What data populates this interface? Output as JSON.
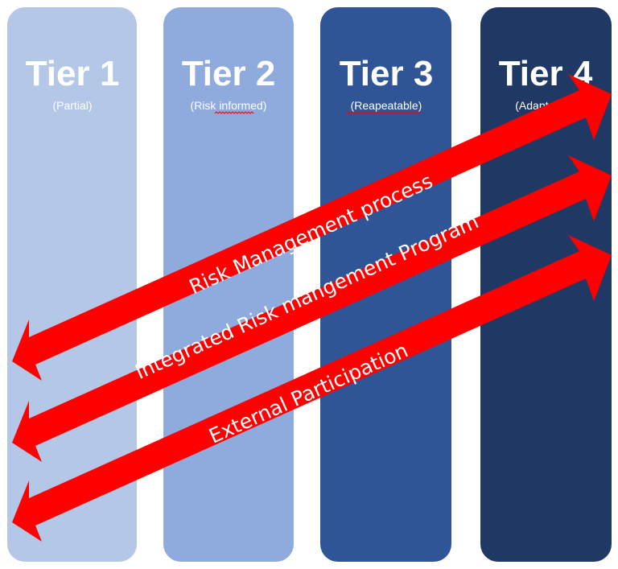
{
  "tiers": [
    {
      "title": "Tier 1",
      "subtitle": "(Partial)",
      "color": "#B4C7E7",
      "text_color": "#FFFFFF"
    },
    {
      "title": "Tier 2",
      "subtitle": "(Risk informed)",
      "color": "#8FAADC",
      "text_color": "#FFFFFF"
    },
    {
      "title": "Tier 3",
      "subtitle": "(Reapeatable)",
      "color": "#2F5597",
      "text_color": "#FFFFFF"
    },
    {
      "title": "Tier 4",
      "subtitle": "(Adaptative)",
      "color": "#203864",
      "text_color": "#FFFFFF"
    }
  ],
  "arrows": [
    {
      "label": "Risk Management process",
      "color": "#FF0000"
    },
    {
      "label": "Integrated Risk mangement Program",
      "color": "#FF0000"
    },
    {
      "label": "External Participation",
      "color": "#FF0000"
    }
  ],
  "colors": {
    "arrow_text": "#FFFFFF",
    "spellcheck_underline": "#FF0000"
  }
}
